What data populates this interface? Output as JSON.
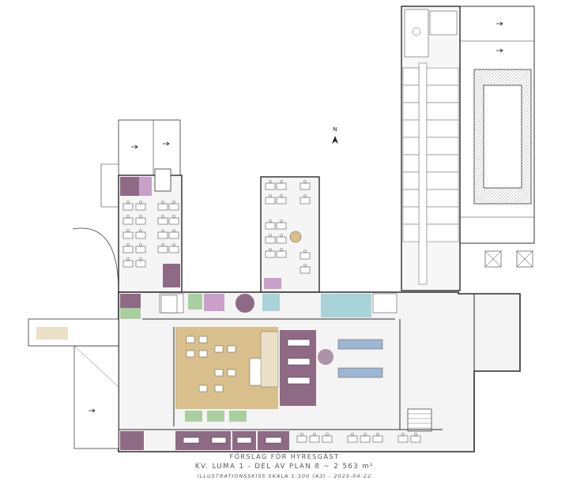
{
  "caption": {
    "line1": "FÖRSLAG FÖR HYRESGÄST",
    "line2": "KV. LUMA 1 - DEL AV PLAN 8 ~ 2 563 m²",
    "line3": "ILLUSTRATIONSSKISS SKALA 1:300 (A3) - 2025-04-22"
  },
  "north_label": "N",
  "colors": {
    "wall": "#2b2b2b",
    "floor": "#f4f4f4",
    "meeting": "#8e6a85",
    "lounge": "#d8bf8c",
    "focus": "#c9a0c9",
    "green": "#a9cfa0",
    "teal": "#a8d3d8",
    "blue": "#9db6d4"
  },
  "icons": [
    "north-arrow-icon",
    "direction-arrow-icon",
    "escape-stair-icon"
  ]
}
